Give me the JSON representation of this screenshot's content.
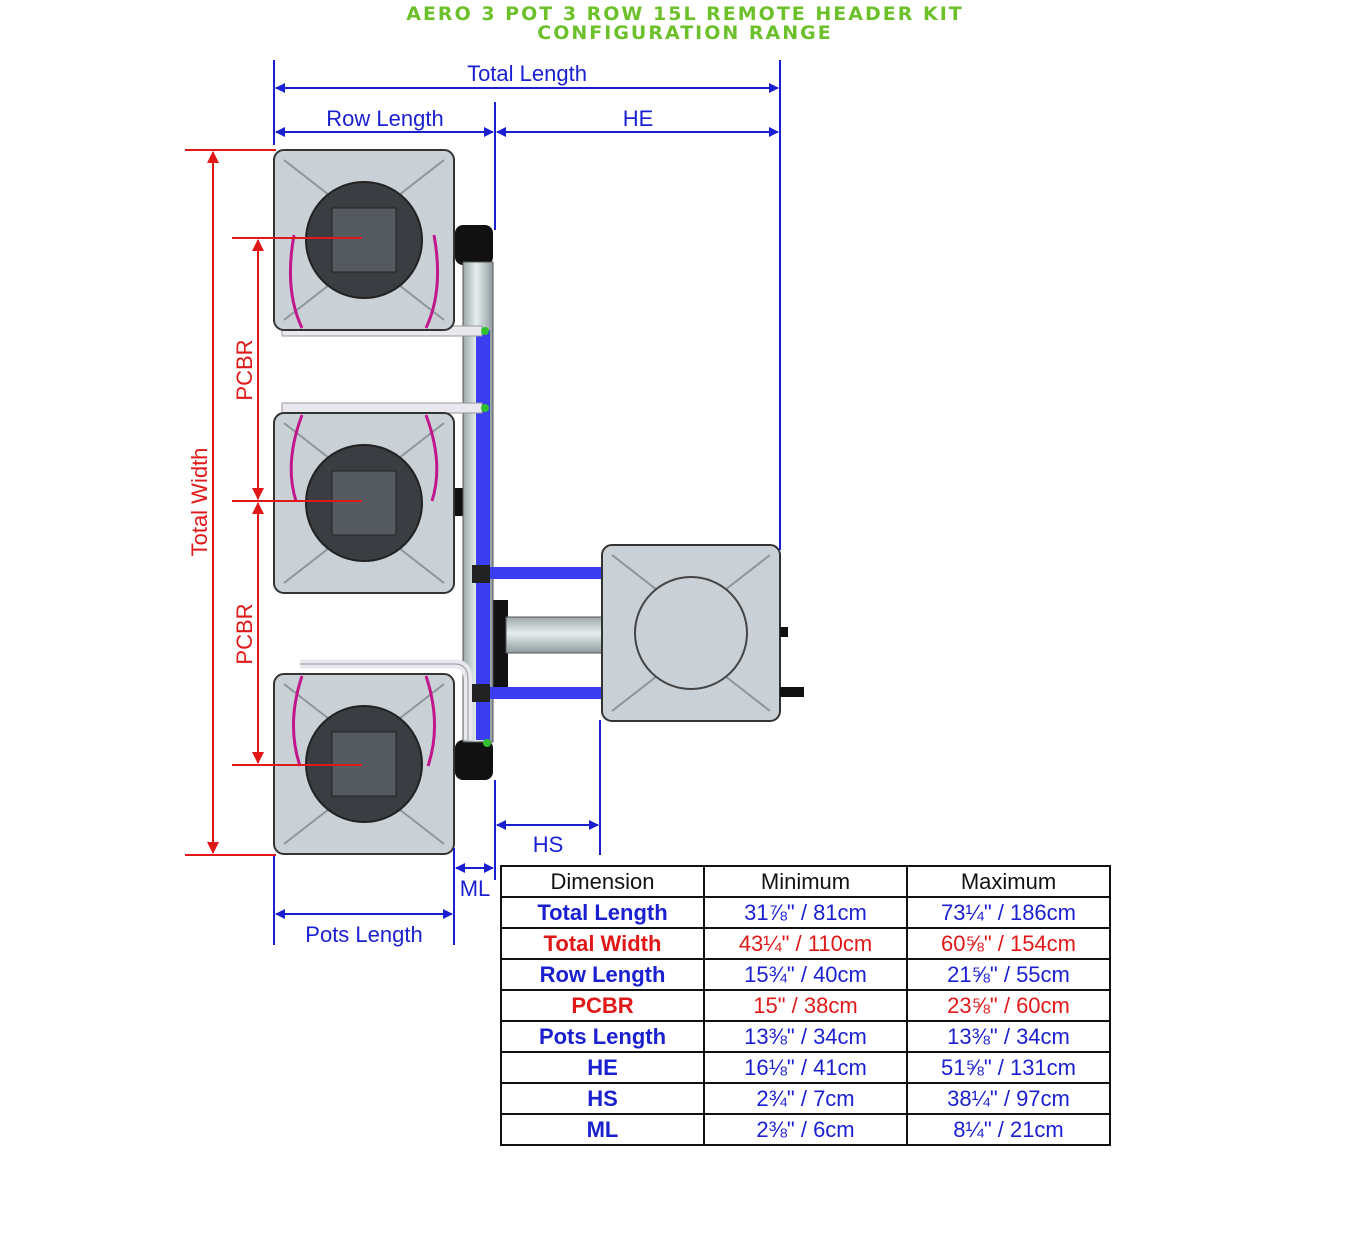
{
  "title": {
    "line1": "AERO 3 POT 3 ROW 15L REMOTE HEADER KIT",
    "line2": "CONFIGURATION RANGE"
  },
  "labels": {
    "total_length": "Total Length",
    "row_length": "Row Length",
    "he": "HE",
    "total_width": "Total Width",
    "pcbr_top": "PCBR",
    "pcbr_bottom": "PCBR",
    "hs": "HS",
    "ml": "ML",
    "pots_length": "Pots Length"
  },
  "colors": {
    "blue": "#1a1fd0",
    "red": "#e01818",
    "title_green": "#6cc12a",
    "pot_body": "#c9d0d6",
    "pot_dark": "#3a3d42",
    "hose_magenta": "#c0188a"
  },
  "table": {
    "headers": [
      "Dimension",
      "Minimum",
      "Maximum"
    ],
    "rows": [
      {
        "name": "Total Length",
        "min": "31⅞\" / 81cm",
        "max": "73¼\" / 186cm",
        "color": "blue"
      },
      {
        "name": "Total Width",
        "min": "43¼\" / 110cm",
        "max": "60⅝\" / 154cm",
        "color": "red"
      },
      {
        "name": "Row Length",
        "min": "15¾\" / 40cm",
        "max": "21⅝\" / 55cm",
        "color": "blue"
      },
      {
        "name": "PCBR",
        "min": "15\" / 38cm",
        "max": "23⅝\" / 60cm",
        "color": "red"
      },
      {
        "name": "Pots Length",
        "min": "13⅜\" / 34cm",
        "max": "13⅜\" / 34cm",
        "color": "blue"
      },
      {
        "name": "HE",
        "min": "16⅛\" / 41cm",
        "max": "51⅝\" / 131cm",
        "color": "blue"
      },
      {
        "name": "HS",
        "min": "2¾\" / 7cm",
        "max": "38¼\" / 97cm",
        "color": "blue"
      },
      {
        "name": "ML",
        "min": "2⅜\" / 6cm",
        "max": "8¼\" / 21cm",
        "color": "blue"
      }
    ]
  }
}
